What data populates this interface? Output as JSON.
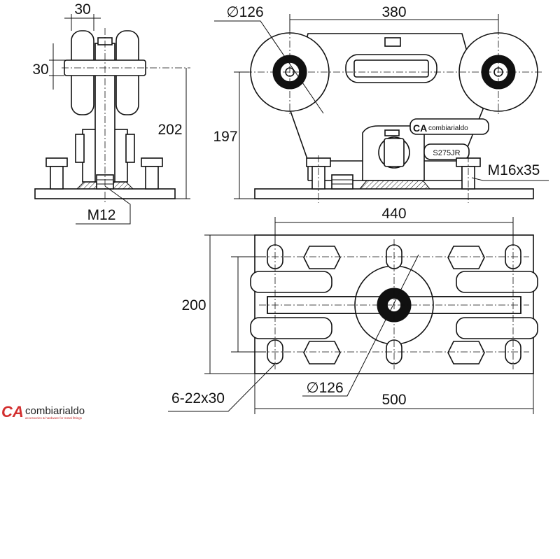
{
  "dimensions": {
    "side_wheel_width": "30",
    "side_axle_offset": "30",
    "side_height": "202",
    "side_bolt": "M12",
    "front_wheel_diameter": "∅126",
    "front_wheel_spacing": "380",
    "front_height": "197",
    "front_bolt": "M16x35",
    "plan_hole_spacing": "440",
    "plan_width": "200",
    "plan_wheel_diameter": "∅126",
    "plan_slots": "6-22x30",
    "plan_length": "500"
  },
  "product": {
    "plate_brand": "combiarialdo",
    "plate_model": "S275JR"
  },
  "brand": {
    "logo_mark": "CA",
    "name": "combiarialdo",
    "tagline": "accessories & hardware for metal fittings",
    "logo_color": "#d32f2f"
  }
}
